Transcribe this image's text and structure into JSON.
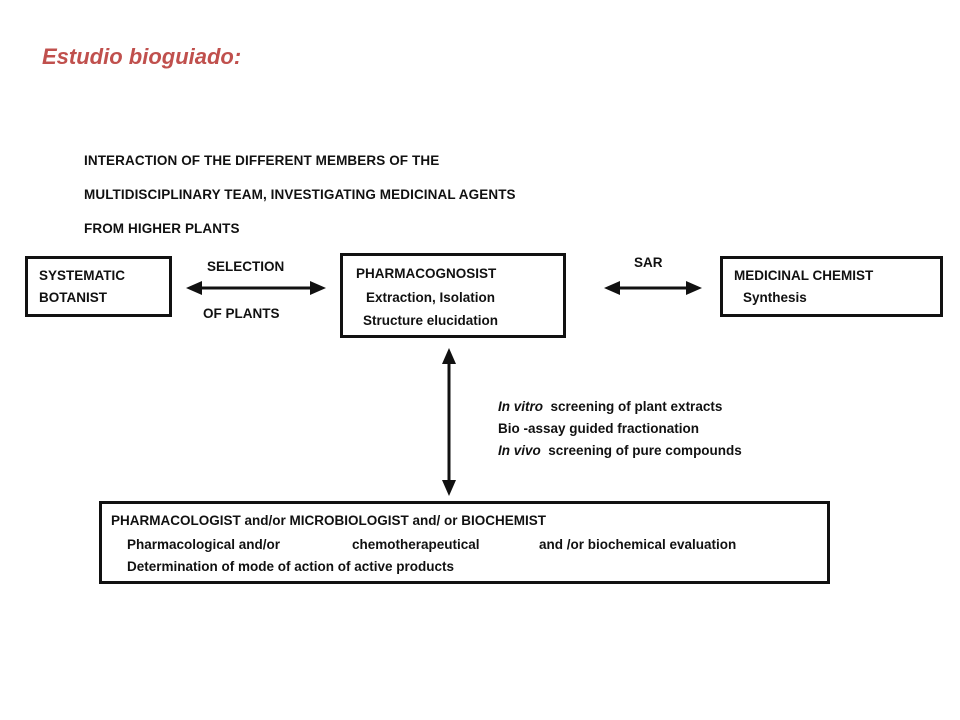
{
  "title": "Estudio bioguiado:",
  "heading": {
    "lines": [
      "INTERACTION OF THE DIFFERENT MEMBERS OF THE",
      "MULTIDISCIPLINARY TEAM, INVESTIGATING MEDICINAL AGENTS",
      "FROM HIGHER PLANTS"
    ]
  },
  "botanist": {
    "line1": "SYSTEMATIC",
    "line2": "BOTANIST"
  },
  "selection": {
    "top": "SELECTION",
    "bottom": "OF PLANTS"
  },
  "pharmacognosist": {
    "title": "PHARMACOGNOSIST",
    "line1": "Extraction, Isolation",
    "line2": "Structure elucidation"
  },
  "sar": "SAR",
  "chemist": {
    "title": "MEDICINAL CHEMIST",
    "line1": "Synthesis"
  },
  "screening": {
    "l1_italic": "In vitro",
    "l1_rest": "screening of plant extracts",
    "l2": "Bio -assay guided fractionation",
    "l3_italic": "In vivo",
    "l3_rest": "screening of pure compounds"
  },
  "pharmacologist": {
    "title": "PHARMACOLOGIST and/or MICROBIOLOGIST and/ or BIOCHEMIST",
    "l2a": "Pharmacological and/or",
    "l2b": "chemotherapeutical",
    "l2c": "and /or biochemical evaluation",
    "l3": "Determination of mode of action of active products"
  },
  "colors": {
    "title": "#c0504d",
    "lines": "#111111"
  }
}
